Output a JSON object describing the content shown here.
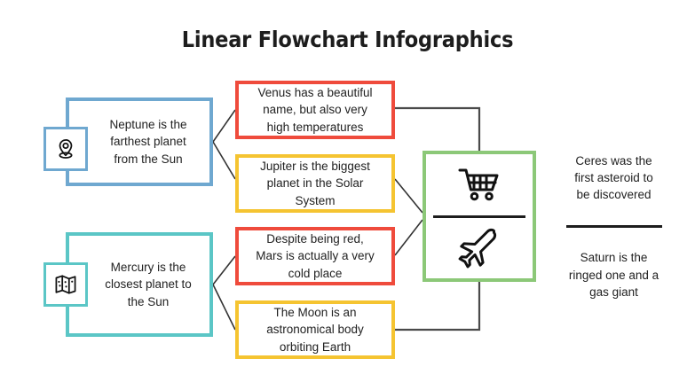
{
  "title": "Linear Flowchart Infographics",
  "colors": {
    "blue": "#6FA8D0",
    "teal": "#5BC6C6",
    "red": "#EF4B3C",
    "yellow": "#F5C431",
    "green": "#8CC878",
    "line": "#4A4A4A",
    "text": "#222222"
  },
  "stage1": [
    {
      "id": "neptune",
      "icon": "location-pin-icon",
      "border_color": "#6FA8D0",
      "text": "Neptune is the\nfarthest planet\nfrom the Sun"
    },
    {
      "id": "mercury",
      "icon": "folded-map-icon",
      "border_color": "#5BC6C6",
      "text": "Mercury is the\nclosest planet to\nthe Sun"
    }
  ],
  "stage2": [
    {
      "id": "venus",
      "border_color": "#EF4B3C",
      "text": "Venus has a beautiful\nname, but also very\nhigh temperatures"
    },
    {
      "id": "jupiter",
      "border_color": "#F5C431",
      "text": "Jupiter is the biggest\nplanet in the Solar\nSystem"
    },
    {
      "id": "mars",
      "border_color": "#EF4B3C",
      "text": "Despite being red,\nMars is actually a very\ncold place"
    },
    {
      "id": "moon",
      "border_color": "#F5C431",
      "text": "The Moon is an\nastronomical body\norbiting Earth"
    }
  ],
  "stage3": {
    "border_color": "#8CC878",
    "icons": [
      "shopping-cart-icon",
      "airplane-icon"
    ]
  },
  "stage4": [
    {
      "id": "ceres",
      "text": "Ceres was the\nfirst asteroid to\nbe discovered"
    },
    {
      "id": "saturn",
      "text": "Saturn is the\nringed one and a\ngas giant"
    }
  ]
}
